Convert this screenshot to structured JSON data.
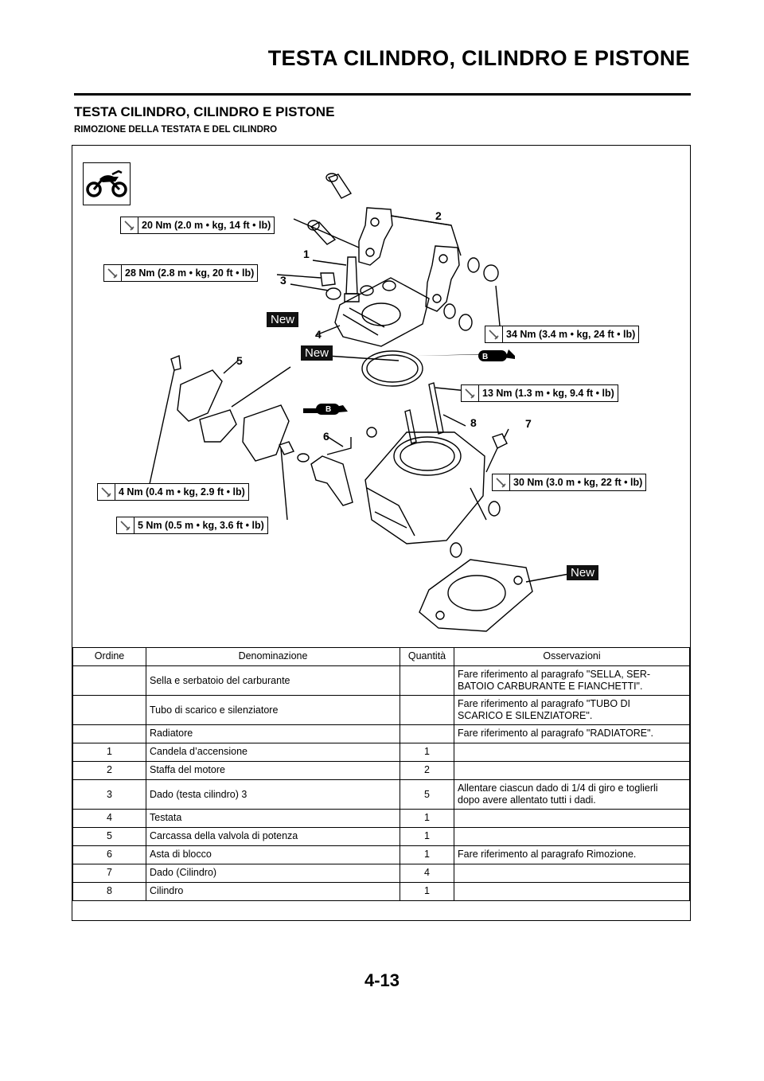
{
  "header": {
    "title": "TESTA CILINDRO, CILINDRO E PISTONE"
  },
  "section": {
    "title": "TESTA CILINDRO, CILINDRO E PISTONE",
    "subtitle": "RIMOZIONE DELLA TESTATA E DEL CILINDRO"
  },
  "diagram": {
    "torques": [
      "20 Nm (2.0 m • kg, 14 ft • lb)",
      "28 Nm (2.8 m • kg, 20 ft • lb)",
      "34 Nm (3.4 m • kg, 24 ft • lb)",
      "13 Nm (1.3 m • kg, 9.4 ft • lb)",
      "30 Nm (3.0 m • kg, 22 ft • lb)",
      "4 Nm (0.4 m • kg, 2.9 ft • lb)",
      "5 Nm (0.5 m • kg, 3.6 ft • lb)"
    ],
    "new_label": "New",
    "lube_label": "B",
    "callouts": [
      "1",
      "2",
      "3",
      "4",
      "5",
      "6",
      "7",
      "8"
    ]
  },
  "table": {
    "headers": [
      "Ordine",
      "Denominazione",
      "Quantità",
      "Osservazioni"
    ],
    "rows": [
      [
        "",
        "Sella e serbatoio del carburante",
        "",
        "Fare riferimento al paragrafo \"SELLA, SER-\nBATOIO CARBURANTE E FIANCHETTI\"."
      ],
      [
        "",
        "Tubo di scarico e silenziatore",
        "",
        "Fare riferimento al paragrafo \"TUBO DI\nSCARICO E SILENZIATORE\"."
      ],
      [
        "",
        "Radiatore",
        "",
        "Fare riferimento al paragrafo \"RADIATORE\"."
      ],
      [
        "1",
        "Candela d’accensione",
        "1",
        ""
      ],
      [
        "2",
        "Staffa del motore",
        "2",
        ""
      ],
      [
        "3",
        "Dado (testa cilindro) 3",
        "5",
        "Allentare ciascun dado di 1/4 di giro e toglierli\ndopo avere allentato tutti i dadi."
      ],
      [
        "4",
        "Testata",
        "1",
        ""
      ],
      [
        "5",
        "Carcassa della valvola di potenza",
        "1",
        ""
      ],
      [
        "6",
        "Asta di blocco",
        "1",
        "Fare riferimento al paragrafo Rimozione."
      ],
      [
        "7",
        "Dado (Cilindro)",
        "4",
        ""
      ],
      [
        "8",
        "Cilindro",
        "1",
        ""
      ]
    ]
  },
  "footer": {
    "page_number": "4-13"
  }
}
